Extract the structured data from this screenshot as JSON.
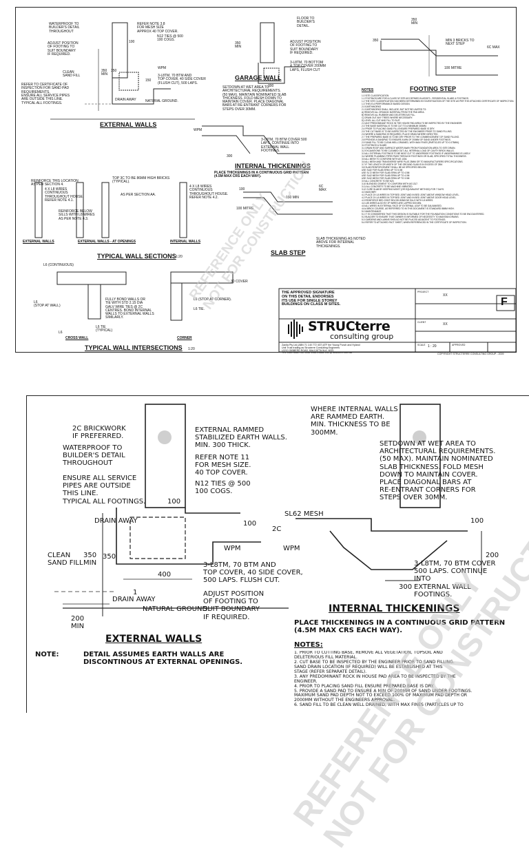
{
  "sheet1": {
    "external_walls": {
      "title": "EXTERNAL WALLS",
      "labels": {
        "waterproof": "WATERPROOF TO\nBUILDER'S DETAIL\nTHROUGHOUT",
        "adjust": "ADJUST POSITION\nOF FOOTING TO\nSUIT BOUNDARY\nIF REQUIRED.",
        "clean_sand": "CLEAN\nSAND FILL",
        "refer_cert": "REFER TO CERTIFICATE OF\nINSPECTION FOR SAND PAD\nREQUIREMENTS.",
        "ensure": "ENSURE ALL SERVICE PIPES\nARE OUTSIDE THIS LINE.\nTYPICAL ALL FOOTINGS.",
        "refer_note": "REFER NOTE 3.8\nFOR MESH SIZE\nAPPROX 40 TOP COVER.",
        "n12_ties": "N12 TIES @ 500\n100 COGS.",
        "wpm": "WPM",
        "bars": "3-L8TM, 70 BTM AND\nTOP COVER, 40 SIDE COVER\n(FLUSH CUT), 500 LAPS.",
        "drain": "DRAIN AWAY",
        "natural": "NATURAL GROUND.",
        "dim_350min": "350\nMIN",
        "dim_350": "350",
        "dim_150": "150",
        "dim_100": "100"
      }
    },
    "garage_wall": {
      "title": "GARAGE WALL",
      "floor": "FLOOR TO\nBUILDER'S\nDETAIL.",
      "adjust": "ADJUST POSITION\nOF FOOTING TO\nSUIT BOUNDARY\nIF REQUIRED.",
      "bars": "3-L8TM, 70 BOTTOM\n& TOP COVER 200mm\nLAPS, FLUSH CUT",
      "dim_350min": "350\nMIN",
      "dim_300": "300"
    },
    "footing_step": {
      "title": "FOOTING STEP",
      "min3": "MIN 3 BRICKS TO\nNEXT STEP",
      "max": "6c MAX",
      "mitre": "100 MITRE",
      "d350min": "350\nMIN",
      "d350": "350"
    },
    "internal_thickenings": {
      "title": "INTERNAL THICKENINGS",
      "subtitle": "PLACE THICKENINGS IN A CONTINUOUS GRID PATTERN\n(4.5m MAX CRS EACH WAY).",
      "setdown": "SETDOWN AT WET AREA TO\nARCHITECTURAL REQUIREMENTS.\n(50 MAX). MAINTAIN NOMINATED SLAB\nTHICKNESS. FOLD MESH DOWN TO\nMAINTAIN COVER. PLACE DIAGONAL\nBARS AT RE-ENTRANT CORNERS FOR\nSTEPS OVER 30mm.",
      "wpm": "WPM",
      "bars": "3-L8TM, 70 BTM COVER 500\nLAPS, CONTINUE INTO\nEXTERNAL WALL\nFOOTINGS.",
      "d300": "300"
    },
    "wall_sections": {
      "title": "TYPICAL WALL SECTIONS",
      "scale": "1:20",
      "reinforce": "REINFORCE THIS LOCATION\nAS PER SECTION 4.",
      "l8wires": "4 x L8 WIRES\nCONTINUOUS\nTHROUGHOUT HOUSE.\nREFER NOTE 4.1.",
      "reinforce_below": "REINFORCE BELOW\nSILLS WITH L8 WIRES\nAS PER NOTE 4.3.",
      "top3c": "TOP 3c TO BE 86mm HIGH BRICKS\n(TYPICAL).",
      "as_per": "AS PER SECTION AA.",
      "l8wires2": "4 x L8 WIRES\nCONTINUOUS\nTHROUGHOUT HOUSE.\nREFER NOTE 4.2.",
      "cap_ext": "EXTERNAL WALLS",
      "cap_open": "EXTERNAL WALLS - AT OPENINGS",
      "cap_int": "INTERNAL WALLS"
    },
    "slab_step": {
      "title": "SLAB STEP",
      "d150": "150 MIN",
      "d100": "100",
      "mitre": "100 MITRE",
      "max": "6c\nMAX",
      "note": "SLAB THICKENING AS NOTED\nABOVE FOR INTERNAL\nTHICKENINGS."
    },
    "intersections": {
      "title": "TYPICAL WALL INTERSECTIONS",
      "scale": "1:20",
      "l6cont": "L6 (CONTINUOUS)",
      "l6stop": "L6\n(STOP AT WALL)",
      "bonded": "FULLY BOND WALLS OR\nTIE WITH STD 2.15 DIA\nGALV WIRE TIES @ 2C\nCENTRES. BOND INTERNAL\nWALLS TO EXTERNAL WALLS\nSIMILARLY.",
      "l6tie": "L6 TIE\n(TYPICAL)",
      "l6": "L6",
      "cover": "30 COVER",
      "l6corner": "L6 (STOP AT CORNER).",
      "l6tie2": "L6 TIE.",
      "cross": "CROSS WALL",
      "corner": "CORNER"
    },
    "notes_title": "NOTES",
    "notes_text": "1.0 SITE CLASSIFICATION\n1.1 FOOTINGS ARE FOR A CLASS 'M' SITE AS DEFINED IN AS2870 - RESIDENTIAL SLABS & FOOTINGS.\n1.2 THE SITE CLASSIFICATION HAS BEEN DETERMINED BY INVESTIGATION OF THE SITE AS PER THE ATTACHED CERTIFICATE OF INSPECTION.\n1.3 THIS IS A PERFORMANCE BASED DESIGN.\n2.0 EARTHWORKS\n2.1 EARTHWORKS SHALL INCLUDE, BUT NOT BE LIMITED TO:\n a) REMOVE ALL ORGANIC MATERIAL FROM THE PAD AREA.\n b) REMOVE ALL RUBBISH AND DELETERIOUS FILL.\n c) DRAIN OUT ANY TREES WHERE NECESSARY.\n d) LEVEL ALL CUT AND FILL TO SUIT.\n2.2 ANY PREDOMINANT ROCK IN THE HOUSE PAD AREA TO BE INSPECTED BY THE ENGINEER.\n2.3 THE BASE MATERIAL IS TO BE CUT TO A MINIMUM 300mm.\n2.4 PRIOR TO PLACING SAND FILL ENSURE PREPARED BASE IS DRY.\n2.5 THE CUT BASE IS TO BE INSPECTED BY THE ENGINEER PRIOR TO SAND FILLING.\n2.6 WHERE A SANDPAD IS REQUIRED, PLACE DRAIN WHERE DIRECTED.\n2.7 THE PREPARED BASE IS TO BE DRY PRIOR TO THE COMMENCEMENT OF SAND FILLING.\n2.8 PROVIDE A SANDPAD TO ENSURE A MIN OF 200mm OF SAND UNDER FOOTINGS.\n2.9 SAND FILL TO BE CLEAN WELL DRAINED, WITH MAX FINES (PARTICLES UP TO 0.075mm).\n3.0 FOOTINGS & SLABS\n3.1 DRAIN ROOF AND SURFACE WATER AWAY FROM FOUNDATION AREA TO SITE DRAIN.\n3.2 EXCAVATIONS TO BE CLEANED OUT. ALL INTERNAL LOAD OF CAVITY BRICK WALLS.\n3.3 ALL EXTERNAL FOOTINGS TO BE NEAT CUT TO UNDERSIDE FOOTINGS IF UNDERMINING IS LIKELY.\n3.4 WHERE PLUMBING PIPES PASS THROUGH FOOTINGS OR SLAB, SPECIFIED TOTAL THICKNESS.\n3.5 ALL MESH TO CONFORM WITH AS 1304.\n3.6 ALL MESH AND TRANSVERSE WIRE PLUS 25mm OR TO MANUFACTURERS SPECIFICATIONS.\n3.7 IF THE LENGTH OR WIDTH OF THE GROUND SLAB IS IN EXCESS OF 25m.\n3.8 SLAB REINFORCEMENT SHALL BE AS SPECIFIED BELOW:\n USE SL82 FOR SLAB SPAN UP TO 5.0m\n USE SL72 MESH FOR SLAB SPAN UP TO 4.5m\n USE SL62 MESH FOR SLAB SPAN UP TO 4.0m\n USE SL52 MESH FOR SLAB SPAN UP TO 3.5m\n3.9 ALL CONCRETE TO BE N20.\n3.10 BLENDED CEMENT TO CONFORM WITH AS 1317.\n3.11 ALL CONCRETE TO BE MACHINE VIBRATED.\n3.12 CURE SLAB BY KEEPING MOIST (OR EQUIVALENT METHOD) FOR 7 DAYS.\n4.0 MASONRY\n4.1 PLACE 2x L8 WIRES IN TOP BED JOINT AND IN BED JOINT ABOVE WINDOW HEAD LEVEL.\n4.2 PLACE 2x L8 WIRES IN TOP BED JOINT AND IN BED JOINT ABOVE DOOR HEAD LEVEL.\n4.3 REINFORCE BED JOINT BELOW WINDOW SILLS WITH L8 WIRES.\n4.4 L8S WIRES ALSO BY 2P WIRES ARE LAPPED 500 MIN.\n4.5 ALL WIRES IN EXTERNAL FACE OF EXTERNAL LEAF TO BE GALVANISED.\n4.6 A BRICK COURSE, AS REFERRED TO IN THIS DOCUMENT IS STANDARD 86mm HIGH.\n5.0 MAINTENANCE\n5.1 IT IS CONSIDERED THAT THIS DESIGN IS SUITABLE FOR THE FOUNDATION CONDITIONS TO BE ENCOUNTERED.\n5.2 BUILDER TO ENSURE THAT OWNER IS INFORMED OF NECESSITY TO MAINTAIN DRAINS.\n5.3 GARDENS AND LAWNS SHOULD NOT BE PLACED ADJACENT TO FOOTINGS.\n5.4 REFER TO ATTACHED FACT SHEET, WHEN REFERENCED IN THE CERTIFICATE OF INSPECTION.",
    "signature_text": "THE APPROVED SIGNATURE\nON THIS DETAIL ENDORSES\nITS USE FOR SINGLE STOREY\nBUILDINGS ON CLASS M SITES.",
    "sheet_letter": "F",
    "logo_main": "STRUCterre",
    "logo_sub": "consulting group",
    "title_block": {
      "project_label": "PROJECT",
      "project_value": "XX",
      "client_label": "CLIENT",
      "client_value": "XX",
      "scale_label": "SCALE",
      "scale_value": "1 : 20",
      "approved_label": "APPROVED",
      "address": "Zanita Pty Ltd (ABN 71 140 772 407) ATF the Young Punch and Hyland\nUnit Trust trading as Structerre Consulting Engineers\nU2/10 GIBBERD ROAD, BALCATTA W.A. 6021\nTEL 9345 3566   FAX 9345 1966   EMAIL info @ structerre.com.au",
      "copyright": "COPYRIGHT STRUCTERRE CONSULTING GROUP - 2009"
    },
    "watermark": "REFERENCE ONLY\nNOT FOR CONSTRUCTION"
  },
  "sheet2": {
    "labels": {
      "brickwork": "2c BRICKWORK\nIF PREFERRED.",
      "waterproof": "WATERPROOF TO\nBUILDER'S DETAIL\nTHROUGHOUT",
      "ensure": "ENSURE ALL SERVICE\nPIPES ARE OUTSIDE\nTHIS LINE.\nTYPICAL ALL FOOTINGS.",
      "rammed": "EXTERNAL RAMMED\nSTABILIZED EARTH WALLS.\nMIN. 300 THICK.",
      "refer_note": "REFER NOTE 11\nFOR MESH SIZE.\n40 TOP COVER.",
      "n12": "N12 TIES @ 500\n100 COGS.",
      "d100": "100",
      "d100b": "100",
      "d2c": "2c",
      "drain": "DRAIN AWAY",
      "wpm": "WPM",
      "clean": "CLEAN\nSAND FILL",
      "d350min": "350\nMIN",
      "d350": "350",
      "bars": "3-L8TM, 70 BTM AND\nTOP COVER, 40 SIDE COVER,\n500 LAPS. FLUSH CUT.",
      "d400": "400",
      "adjust": "ADJUST POSITION\nOF FOOTING TO\nSUIT BOUNDARY\nIF REQUIRED.",
      "drain2": "DRAIN AWAY",
      "natural": "NATURAL GROUND.",
      "d200": "200\nMIN",
      "one": "1"
    },
    "title": "EXTERNAL WALLS",
    "note_label": "NOTE:",
    "note_text": "DETAIL ASSUMES EARTH WALLS ARE\nDISCONTINOUS AT EXTERNAL OPENINGS.",
    "right": {
      "rammed_int": "WHERE INTERNAL WALLS\nARE RAMMED EARTH.\nMIN. THICKNESS TO BE\n300mm.",
      "setdown": "SETDOWN AT WET AREA TO\nARCHITECTURAL REQUIREMENTS.\n(50 MAX). MAINTAIN NOMINATED\nSLAB THICKNESS. FOLD MESH\nDOWN TO MAINTAIN COVER.\nPLACE DIAGONAL BARS AT\nRE-ENTRANT CORNERS FOR\nSTEPS OVER 30mm.",
      "sl62": "SL62 MESH",
      "wpm": "WPM",
      "d100": "100",
      "d200": "200",
      "d300": "300",
      "bars": "3-L8TM, 70 BTM COVER\n500 LAPS. CONTINUE\nINTO\nEXTERNAL WALL\nFOOTINGS."
    },
    "thick_title": "INTERNAL THICKENINGS",
    "thick_sub": "PLACE THICKENINGS IN A CONTINUOUS GRID PATTERN\n(4.5m MAX CRS EACH WAY).",
    "notes_title": "NOTES:",
    "notes_text": "1. PRIOR TO CUTTING BASE, REMOVE ALL VEGETATION, TOPSOIL AND\n   DELETERIOUS FILL MATERIAL.\n2. CUT BASE TO BE INSPECTED BY THE ENGINEER PRIOR TO SAND FILLING.\n   SAND DRAIN LOCATION (IF REQUIRED) WILL BE ESTABLISHED AT THIS\n   STAGE (REFER SEPARATE DETAIL).\n3. ANY PREDOMINANT ROCK IN HOUSE PAD AREA TO BE INSPECTED BY THE\n   ENGINEER.\n4. PRIOR TO PLACING SAND FILL ENSURE PREPARED BASE IS DRY.\n5. PROVIDE A SAND PAD TO ENSURE A MIN OF 200mm OF SAND UNDER FOOTINGS.\n   MAXIMUM SAND PAD DEPTH NOT TO EXCEED 100% OF MAXIMUM PAD DEPTH OR\n   2000mm WITHOUT THE ENGINEERS APPROVAL.\n6. SAND FILL TO BE CLEAN WELL DRAINED, WITH MAX FINES (PARTICLES UP TO",
    "watermark": "REFERENCE ONLY\nNOT FOR CONSTRUCTION"
  }
}
